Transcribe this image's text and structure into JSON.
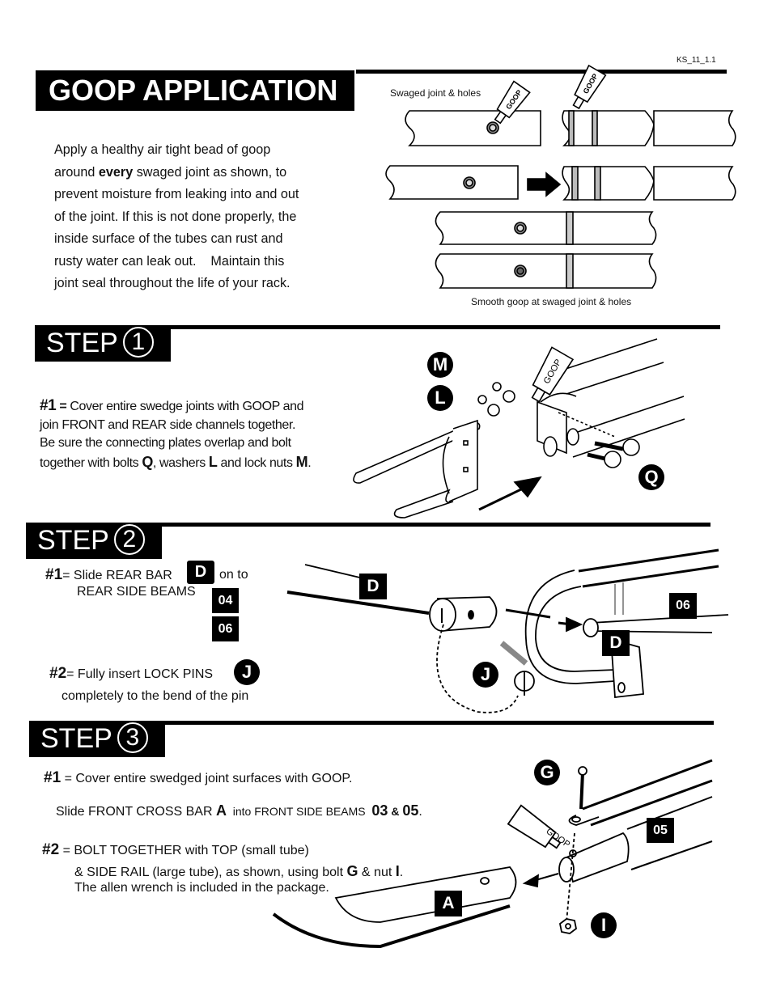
{
  "doc_code": "KS_11_1.1",
  "goop": {
    "title": "GOOP  APPLICATION",
    "para": [
      {
        "t": "Apply a healthy air tight bead of goop"
      },
      {
        "pre": "around ",
        "b": "every",
        "post": " swaged joint as shown, to"
      },
      {
        "t": "prevent moisture from leaking into and out"
      },
      {
        "t": "of the joint. If this is not done properly, the"
      },
      {
        "t": "inside surface of the tubes can rust and"
      },
      {
        "t": "rusty water can leak out.    Maintain this"
      },
      {
        "t": "joint seal throughout the life of your rack."
      }
    ],
    "caption_top": "Swaged joint & holes",
    "caption_bottom": "Smooth goop at swaged joint & holes",
    "tube_label": "GOOP"
  },
  "step1": {
    "label": "STEP",
    "num": "1",
    "l1_a": "#1",
    "l1_b": " = ",
    "l1_c": "Cover entire swedge joints with GOOP and",
    "l2": "join FRONT and REAR side channels together.",
    "l3": "Be sure the connecting plates overlap and bolt",
    "l4_a": "together with bolts ",
    "l4_q": "Q",
    "l4_b": ", washers ",
    "l4_l": "L",
    "l4_c": " and lock nuts ",
    "l4_m": "M",
    "l4_d": ".",
    "badges": {
      "m": "M",
      "l": "L",
      "q": "Q"
    },
    "tube_label": "GOOP"
  },
  "step2": {
    "label": "STEP",
    "num": "2",
    "i1_num": "#1",
    "i1_a": "= Slide REAR BAR",
    "i1_badge": "D",
    "i1_b": "on to",
    "i1_c": "REAR SIDE BEAMS",
    "b04": "04",
    "b06": "06",
    "i2_num": "#2",
    "i2_a": "= Fully insert LOCK PINS",
    "i2_badge": "J",
    "i2_b": "completely to the bend of the pin",
    "diag": {
      "d1": "D",
      "d2": "D",
      "b06": "06",
      "j": "J"
    }
  },
  "step3": {
    "label": "STEP",
    "num": "3",
    "i1_num": "#1",
    "i1_a": " = Cover entire swedged joint surfaces with GOOP.",
    "s_a": "Slide FRONT CROSS BAR ",
    "s_A": "A",
    "s_b": "  into FRONT SIDE BEAMS  ",
    "s_03": "03",
    "s_amp": " & ",
    "s_05": "05",
    "s_dot": ".",
    "i2_num": "#2",
    "i2_a": " = BOLT TOGETHER with TOP (small tube)",
    "i2_b": "& SIDE RAIL (large tube), as shown, using bolt ",
    "i2_G": "G",
    "i2_c": " & nut ",
    "i2_I": "I",
    "i2_d": ".",
    "i2_e": "The allen wrench is included in the package.",
    "diag": {
      "g": "G",
      "b05": "05",
      "a": "A",
      "i": "I",
      "tube": "GOOP"
    }
  },
  "colors": {
    "black": "#000000",
    "white": "#ffffff",
    "gray": "#9a9a9a"
  }
}
